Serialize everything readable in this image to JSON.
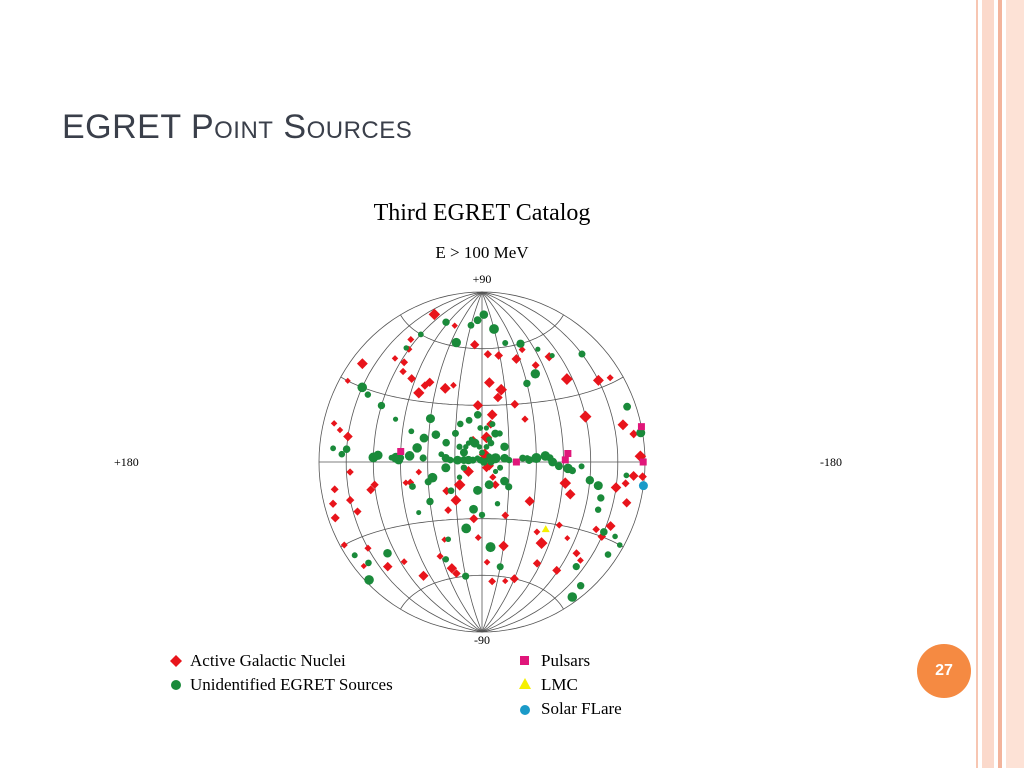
{
  "slide": {
    "title": "EGRET Point Sources",
    "page_number": "27"
  },
  "colors": {
    "agn": "#e8141b",
    "unid": "#1a8a3a",
    "pulsar": "#e0167a",
    "lmc": "#f5f000",
    "solar": "#1a9ac8",
    "grid": "#555555",
    "badge": "#f58a42"
  },
  "chart_data": {
    "type": "scatter",
    "title": "Third EGRET Catalog",
    "subtitle": "E > 100 MeV",
    "projection": "aitoff",
    "axis_labels": {
      "top": "+90",
      "bottom": "-90",
      "left": "+180",
      "right": "-180"
    },
    "x_range": [
      180,
      -180
    ],
    "y_range": [
      -90,
      90
    ],
    "grid": true,
    "legend_position": "bottom",
    "legend": [
      {
        "key": "agn",
        "label": "Active Galactic Nuclei",
        "marker": "diamond"
      },
      {
        "key": "unid",
        "label": "Unidentified EGRET Sources",
        "marker": "circle"
      },
      {
        "key": "pulsar",
        "label": "Pulsars",
        "marker": "square"
      },
      {
        "key": "lmc",
        "label": "LMC",
        "marker": "triangle"
      },
      {
        "key": "solar",
        "label": "Solar FLare",
        "marker": "circle"
      }
    ],
    "series": [
      {
        "key": "agn",
        "points": [
          [
            135,
            70
          ],
          [
            70,
            70
          ],
          [
            14,
            62
          ],
          [
            -10,
            57
          ],
          [
            -28,
            56
          ],
          [
            -55,
            53
          ],
          [
            -70,
            57
          ],
          [
            -80,
            48
          ],
          [
            -105,
            50
          ],
          [
            -113,
            38
          ],
          [
            -150,
            33
          ],
          [
            -165,
            32
          ],
          [
            -120,
            20
          ],
          [
            -160,
            14
          ],
          [
            -170,
            10
          ],
          [
            -175,
            2
          ],
          [
            -178,
            -5
          ],
          [
            -168,
            -5
          ],
          [
            -160,
            -8
          ],
          [
            -150,
            -10
          ],
          [
            -165,
            -15
          ],
          [
            -155,
            -25
          ],
          [
            -150,
            -30
          ],
          [
            -140,
            -42
          ],
          [
            -130,
            -40
          ],
          [
            -118,
            -50
          ],
          [
            -110,
            -35
          ],
          [
            -95,
            -30
          ],
          [
            -85,
            -50
          ],
          [
            -80,
            -40
          ],
          [
            -30,
            -44
          ],
          [
            -28,
            -28
          ],
          [
            -15,
            -12
          ],
          [
            -12,
            -8
          ],
          [
            -8,
            -2
          ],
          [
            -3,
            4
          ],
          [
            -5,
            13
          ],
          [
            -10,
            20
          ],
          [
            -12,
            25
          ],
          [
            -20,
            34
          ],
          [
            -25,
            38
          ],
          [
            -40,
            30
          ],
          [
            -50,
            22
          ],
          [
            -55,
            -20
          ],
          [
            30,
            -20
          ],
          [
            40,
            -25
          ],
          [
            10,
            -30
          ],
          [
            5,
            -40
          ],
          [
            -8,
            -53
          ],
          [
            -20,
            -63
          ],
          [
            38,
            40
          ],
          [
            48,
            38
          ],
          [
            70,
            40
          ],
          [
            75,
            38
          ],
          [
            80,
            34
          ],
          [
            95,
            40
          ],
          [
            110,
            42
          ],
          [
            115,
            46
          ],
          [
            120,
            52
          ],
          [
            128,
            56
          ],
          [
            130,
            46
          ],
          [
            165,
            38
          ],
          [
            170,
            30
          ],
          [
            168,
            14
          ],
          [
            160,
            12
          ],
          [
            150,
            10
          ],
          [
            146,
            -4
          ],
          [
            150,
            -15
          ],
          [
            165,
            -10
          ],
          [
            170,
            -15
          ],
          [
            172,
            -20
          ],
          [
            175,
            -30
          ],
          [
            168,
            -40
          ],
          [
            150,
            -35
          ],
          [
            140,
            -45
          ],
          [
            115,
            -46
          ],
          [
            100,
            -55
          ],
          [
            62,
            -48
          ],
          [
            50,
            -40
          ],
          [
            50,
            -55
          ],
          [
            45,
            -58
          ],
          [
            70,
            -5
          ],
          [
            80,
            -10
          ],
          [
            85,
            -10
          ],
          [
            120,
            -10
          ],
          [
            125,
            -12
          ],
          [
            145,
            -20
          ],
          [
            40,
            -15
          ],
          [
            25,
            -12
          ],
          [
            15,
            -5
          ],
          [
            10,
            12
          ],
          [
            -5,
            -3
          ],
          [
            5,
            30
          ],
          [
            -10,
            42
          ],
          [
            -100,
            -15
          ],
          [
            -93,
            -10
          ],
          [
            -70,
            -35
          ],
          [
            -45,
            -62
          ],
          [
            -60,
            -60
          ],
          [
            -140,
            -28
          ]
        ]
      },
      {
        "key": "unid",
        "points": [
          [
            165,
            5
          ],
          [
            155,
            3
          ],
          [
            150,
            5
          ],
          [
            120,
            2
          ],
          [
            115,
            3
          ],
          [
            100,
            2
          ],
          [
            95,
            2
          ],
          [
            92,
            1
          ],
          [
            90,
            2
          ],
          [
            80,
            3
          ],
          [
            65,
            2
          ],
          [
            40,
            2
          ],
          [
            35,
            1
          ],
          [
            27,
            1
          ],
          [
            20,
            1
          ],
          [
            15,
            1
          ],
          [
            10,
            1
          ],
          [
            5,
            2
          ],
          [
            2,
            1
          ],
          [
            -2,
            0
          ],
          [
            -5,
            1
          ],
          [
            -8,
            3
          ],
          [
            -10,
            0
          ],
          [
            -15,
            2
          ],
          [
            -25,
            2
          ],
          [
            -30,
            1
          ],
          [
            -45,
            2
          ],
          [
            -50,
            2
          ],
          [
            -52,
            1
          ],
          [
            -60,
            2
          ],
          [
            -70,
            3
          ],
          [
            -75,
            2
          ],
          [
            -78,
            0
          ],
          [
            -85,
            -2
          ],
          [
            -95,
            -3
          ],
          [
            -100,
            -4
          ],
          [
            -110,
            -2
          ],
          [
            -120,
            -8
          ],
          [
            -130,
            -10
          ],
          [
            -135,
            -20
          ],
          [
            -150,
            -28
          ],
          [
            -160,
            -5
          ],
          [
            -165,
            -28
          ],
          [
            -168,
            -35
          ],
          [
            -175,
            -30
          ],
          [
            -178,
            10
          ],
          [
            -170,
            20
          ],
          [
            -150,
            45
          ],
          [
            -75,
            44
          ],
          [
            -60,
            40
          ],
          [
            -20,
            15
          ],
          [
            -10,
            10
          ],
          [
            -5,
            8
          ],
          [
            0,
            5
          ],
          [
            3,
            8
          ],
          [
            8,
            10
          ],
          [
            12,
            12
          ],
          [
            15,
            10
          ],
          [
            18,
            8
          ],
          [
            20,
            5
          ],
          [
            25,
            8
          ],
          [
            30,
            15
          ],
          [
            25,
            20
          ],
          [
            15,
            22
          ],
          [
            5,
            25
          ],
          [
            2,
            18
          ],
          [
            -5,
            18
          ],
          [
            -12,
            20
          ],
          [
            -15,
            15
          ],
          [
            -8,
            12
          ],
          [
            -25,
            8
          ],
          [
            -20,
            -3
          ],
          [
            -15,
            -5
          ],
          [
            -25,
            -10
          ],
          [
            -30,
            -13
          ],
          [
            -18,
            -22
          ],
          [
            20,
            -3
          ],
          [
            25,
            -8
          ],
          [
            35,
            -15
          ],
          [
            60,
            -20
          ],
          [
            78,
            -12
          ],
          [
            60,
            -10
          ],
          [
            55,
            -8
          ],
          [
            40,
            -3
          ],
          [
            45,
            4
          ],
          [
            40,
            10
          ],
          [
            52,
            14
          ],
          [
            60,
            22
          ],
          [
            65,
            12
          ],
          [
            72,
            7
          ],
          [
            80,
            15
          ],
          [
            100,
            20
          ],
          [
            120,
            25
          ],
          [
            140,
            28
          ],
          [
            150,
            30
          ],
          [
            125,
            52
          ],
          [
            120,
            60
          ],
          [
            95,
            70
          ],
          [
            50,
            62
          ],
          [
            30,
            72
          ],
          [
            14,
            75
          ],
          [
            -7,
            78
          ],
          [
            -30,
            70
          ],
          [
            -45,
            62
          ],
          [
            -72,
            60
          ],
          [
            -95,
            55
          ],
          [
            -110,
            50
          ],
          [
            -135,
            -15
          ],
          [
            -140,
            -45
          ],
          [
            -165,
            -50
          ],
          [
            -170,
            -55
          ],
          [
            -30,
            -55
          ],
          [
            -12,
            -45
          ],
          [
            0,
            -28
          ],
          [
            10,
            -25
          ],
          [
            20,
            -35
          ],
          [
            45,
            -40
          ],
          [
            75,
            -25
          ],
          [
            130,
            -40
          ],
          [
            160,
            -40
          ],
          [
            170,
            -35
          ],
          [
            175,
            -45
          ],
          [
            55,
            -50
          ],
          [
            30,
            -60
          ],
          [
            5,
            -15
          ],
          [
            -8,
            -12
          ]
        ]
      },
      {
        "key": "pulsar",
        "points": [
          [
            -180,
            12
          ],
          [
            -178,
            0
          ],
          [
            -95,
            4
          ],
          [
            -92,
            1
          ],
          [
            -38,
            0
          ],
          [
            90,
            5
          ]
        ]
      },
      {
        "key": "lmc",
        "points": [
          [
            -80,
            -33
          ]
        ]
      },
      {
        "key": "solar",
        "points": [
          [
            -180,
            -8
          ]
        ]
      }
    ]
  }
}
